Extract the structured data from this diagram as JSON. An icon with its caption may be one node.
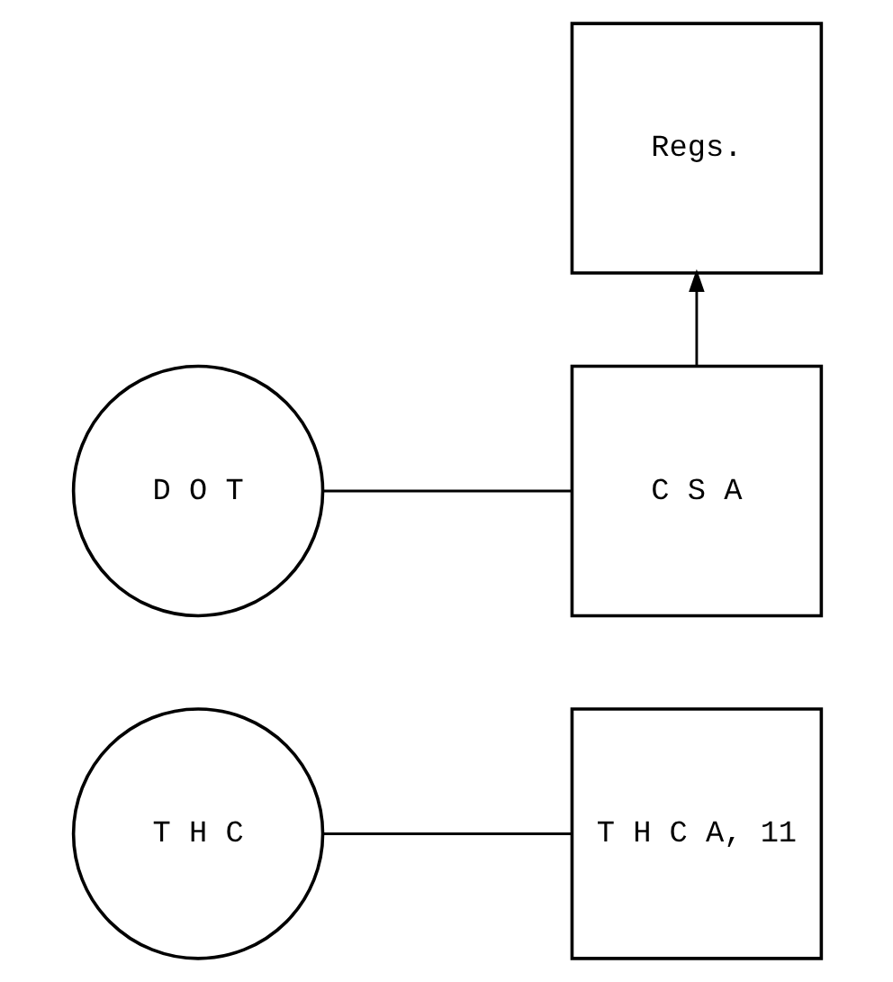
{
  "diagram": {
    "nodes": [
      {
        "text": [
          "D O T"
        ]
      },
      {
        "text": [
          "C S A"
        ]
      },
      {
        "text": [
          "Regs."
        ]
      },
      {
        "text": [
          "T H C"
        ]
      },
      {
        "text": [
          "T H C A, 11"
        ]
      }
    ],
    "edges": [
      {
        "from": 0,
        "to": 1,
        "arrow": "none"
      },
      {
        "from": 1,
        "to": 2,
        "arrow": "to"
      },
      {
        "from": 3,
        "to": 4,
        "arrow": "none"
      }
    ]
  }
}
